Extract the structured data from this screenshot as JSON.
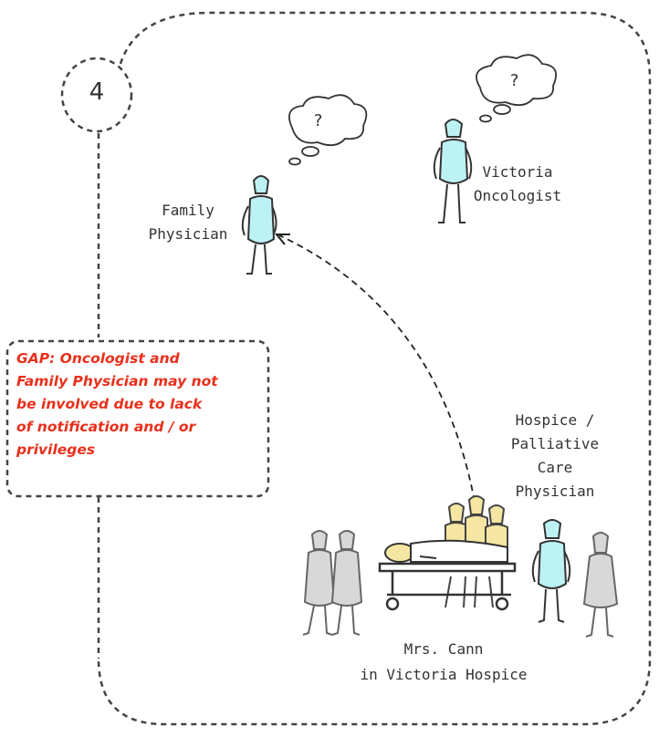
{
  "step": {
    "number": "4"
  },
  "gap_note": {
    "lines": [
      "GAP: Oncologist and",
      "Family Physician may not",
      "be involved due to lack",
      "of notification and / or",
      "privileges"
    ],
    "color": "#e8301c"
  },
  "people": {
    "family_physician": {
      "lines": [
        "Family",
        "Physician"
      ]
    },
    "victoria_oncologist": {
      "lines": [
        "Victoria",
        "Oncologist"
      ]
    },
    "hospice_physician": {
      "lines": [
        "Hospice /",
        "Palliative",
        "Care",
        "Physician"
      ]
    },
    "patient": {
      "lines": [
        "Mrs. Cann",
        "in Victoria Hospice"
      ]
    }
  },
  "thought_bubbles": {
    "symbol": "?"
  },
  "colors": {
    "physician_fill": "#bdf2f5",
    "patient_fill": "#f5e6a3",
    "visitor_fill": "#d8d8d8",
    "outline": "#333333"
  }
}
